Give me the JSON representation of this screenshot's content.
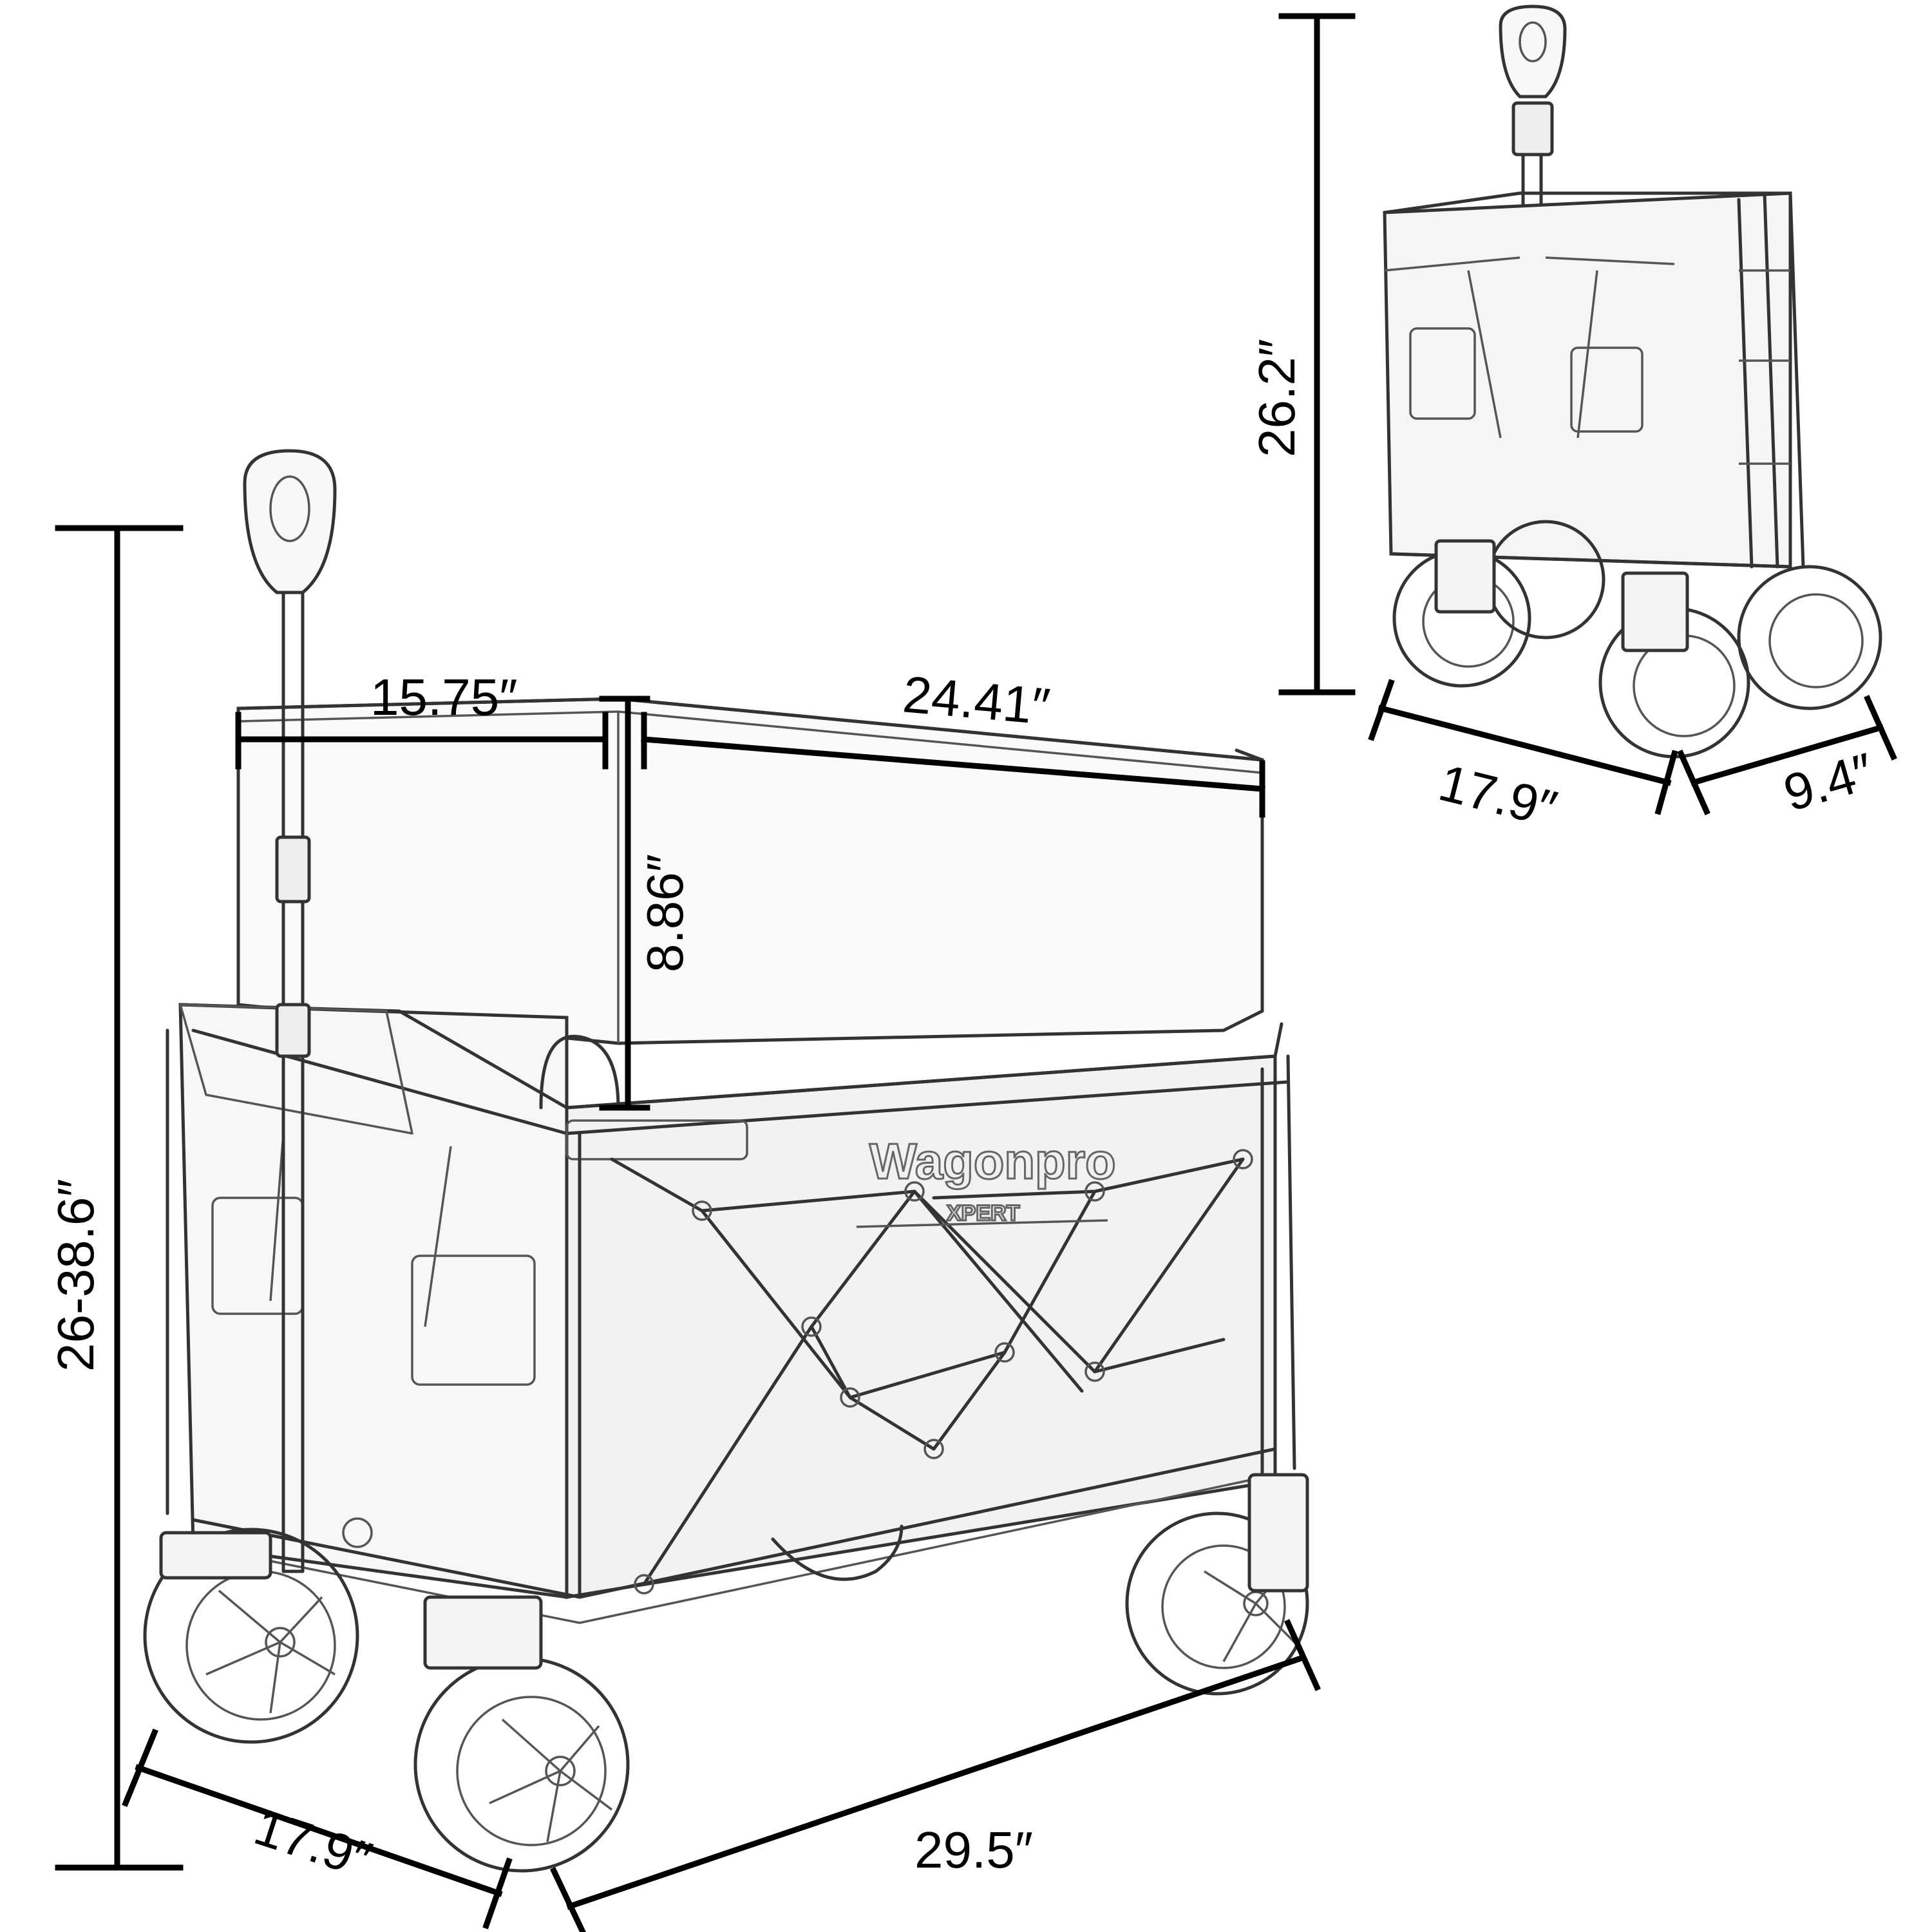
{
  "brand": {
    "name": "Wagonpro",
    "sub": "XPERT"
  },
  "dimensions": {
    "canopy_width": "15.75″",
    "canopy_length": "24.41″",
    "canopy_height": "8.86″",
    "overall_height": "26-38.6″",
    "width": "17.9″",
    "length": "29.5″",
    "folded_height": "26.2″",
    "folded_width": "17.9″",
    "folded_depth": "9.4″"
  }
}
